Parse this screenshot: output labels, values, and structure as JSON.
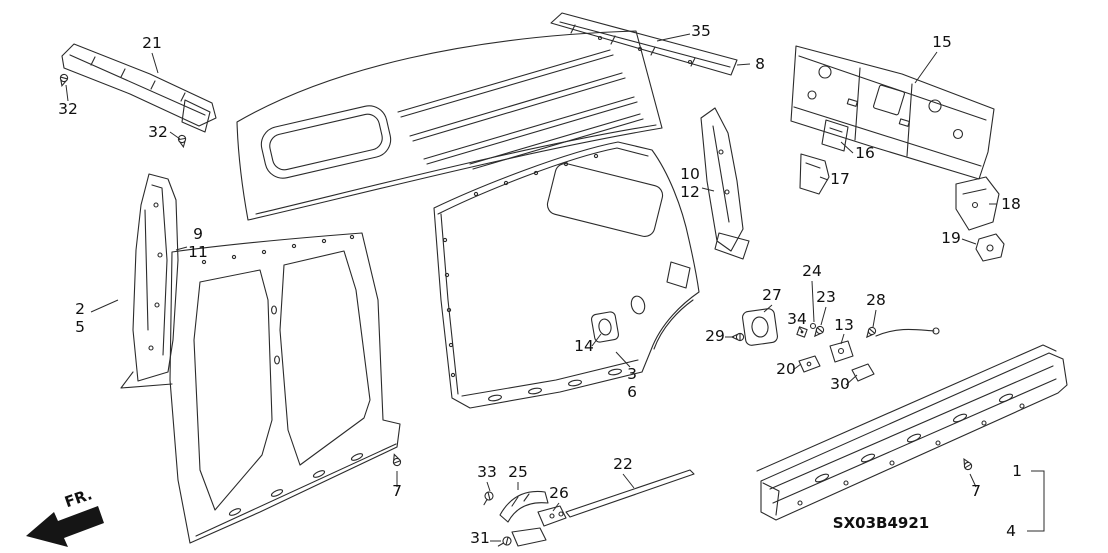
{
  "diagram": {
    "code": "SX03B4921",
    "fr": "FR."
  },
  "labels": {
    "p1": "1",
    "p2": "2",
    "p3": "3",
    "p4": "4",
    "p5": "5",
    "p6": "6",
    "p7a": "7",
    "p7b": "7",
    "p8": "8",
    "p9": "9",
    "p10": "10",
    "p11": "11",
    "p12": "12",
    "p13": "13",
    "p14": "14",
    "p15": "15",
    "p16": "16",
    "p17": "17",
    "p18": "18",
    "p19": "19",
    "p20": "20",
    "p21": "21",
    "p22": "22",
    "p23": "23",
    "p24": "24",
    "p25": "25",
    "p26": "26",
    "p27": "27",
    "p28": "28",
    "p29": "29",
    "p30": "30",
    "p31": "31",
    "p32a": "32",
    "p32b": "32",
    "p33": "33",
    "p34": "34",
    "p35": "35"
  }
}
